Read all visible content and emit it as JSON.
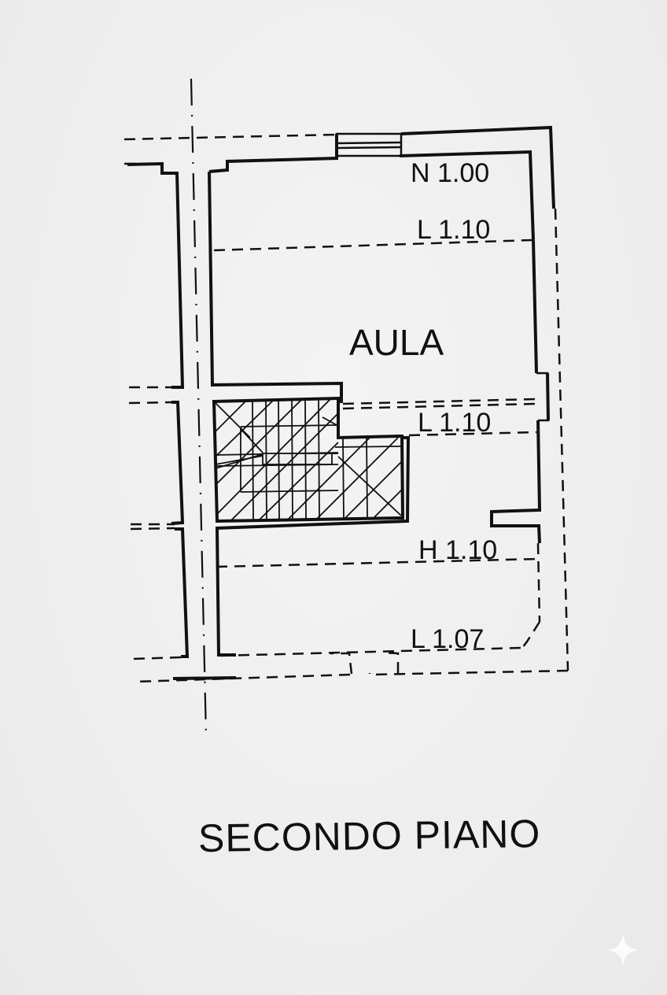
{
  "drawing": {
    "title": "SECONDO PIANO",
    "room_label": "AULA",
    "levels": [
      {
        "id": "n100",
        "text": "N 1.00"
      },
      {
        "id": "l110a",
        "text": "L 1.10"
      },
      {
        "id": "l110b",
        "text": "L 1.10"
      },
      {
        "id": "h110",
        "text": "H 1.10"
      },
      {
        "id": "l107",
        "text": "L 1.07"
      }
    ]
  },
  "overlay": {
    "watermark_icon": "sparkle-icon"
  },
  "colors": {
    "ink": "#111111",
    "paper": "#efefef"
  }
}
